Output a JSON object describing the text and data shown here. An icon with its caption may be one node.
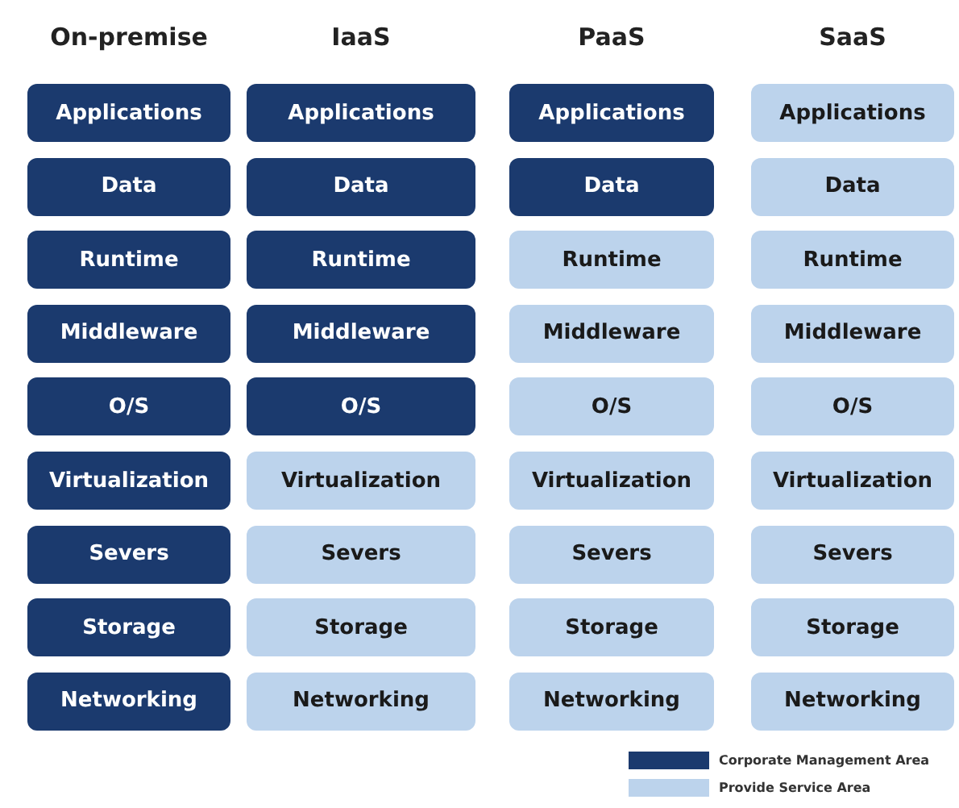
{
  "diagram": {
    "nodes": [
      {
        "text": [
          "Applications"
        ]
      },
      {
        "text": [
          "Applications"
        ]
      },
      {
        "text": [
          "Applications"
        ]
      },
      {
        "text": [
          "Applications"
        ]
      },
      {
        "text": [
          "Data"
        ]
      },
      {
        "text": [
          "Data"
        ]
      },
      {
        "text": [
          "Data"
        ]
      },
      {
        "text": [
          "Data"
        ]
      },
      {
        "text": [
          "Runtime"
        ]
      },
      {
        "text": [
          "Runtime"
        ]
      },
      {
        "text": [
          "Runtime"
        ]
      },
      {
        "text": [
          "Runtime"
        ]
      },
      {
        "text": [
          "Middleware"
        ]
      },
      {
        "text": [
          "Middleware"
        ]
      },
      {
        "text": [
          "Middleware"
        ]
      },
      {
        "text": [
          "Middleware"
        ]
      },
      {
        "text": [
          "O/S"
        ]
      },
      {
        "text": [
          "O/S"
        ]
      },
      {
        "text": [
          "O/S"
        ]
      },
      {
        "text": [
          "O/S"
        ]
      },
      {
        "text": [
          "Virtualization"
        ]
      },
      {
        "text": [
          "Virtualization"
        ]
      },
      {
        "text": [
          "Virtualization"
        ]
      },
      {
        "text": [
          "Virtualization"
        ]
      },
      {
        "text": [
          "Severs"
        ]
      },
      {
        "text": [
          "Severs"
        ]
      },
      {
        "text": [
          "Severs"
        ]
      },
      {
        "text": [
          "Severs"
        ]
      },
      {
        "text": [
          "Storage"
        ]
      },
      {
        "text": [
          "Storage"
        ]
      },
      {
        "text": [
          "Storage"
        ]
      },
      {
        "text": [
          "Storage"
        ]
      },
      {
        "text": [
          "Networking"
        ]
      },
      {
        "text": [
          "Networking"
        ]
      },
      {
        "text": [
          "Networking"
        ]
      },
      {
        "text": [
          "Networking"
        ]
      }
    ],
    "edges": [],
    "labels": [
      "On-premise",
      "IaaS",
      "PaaS",
      "SaaS"
    ],
    "legend": [
      {
        "text": "Corporate Management Area",
        "color": "#1b3a6e"
      },
      {
        "text": "Provide Service Area",
        "color": "#bcd3ec"
      }
    ]
  }
}
